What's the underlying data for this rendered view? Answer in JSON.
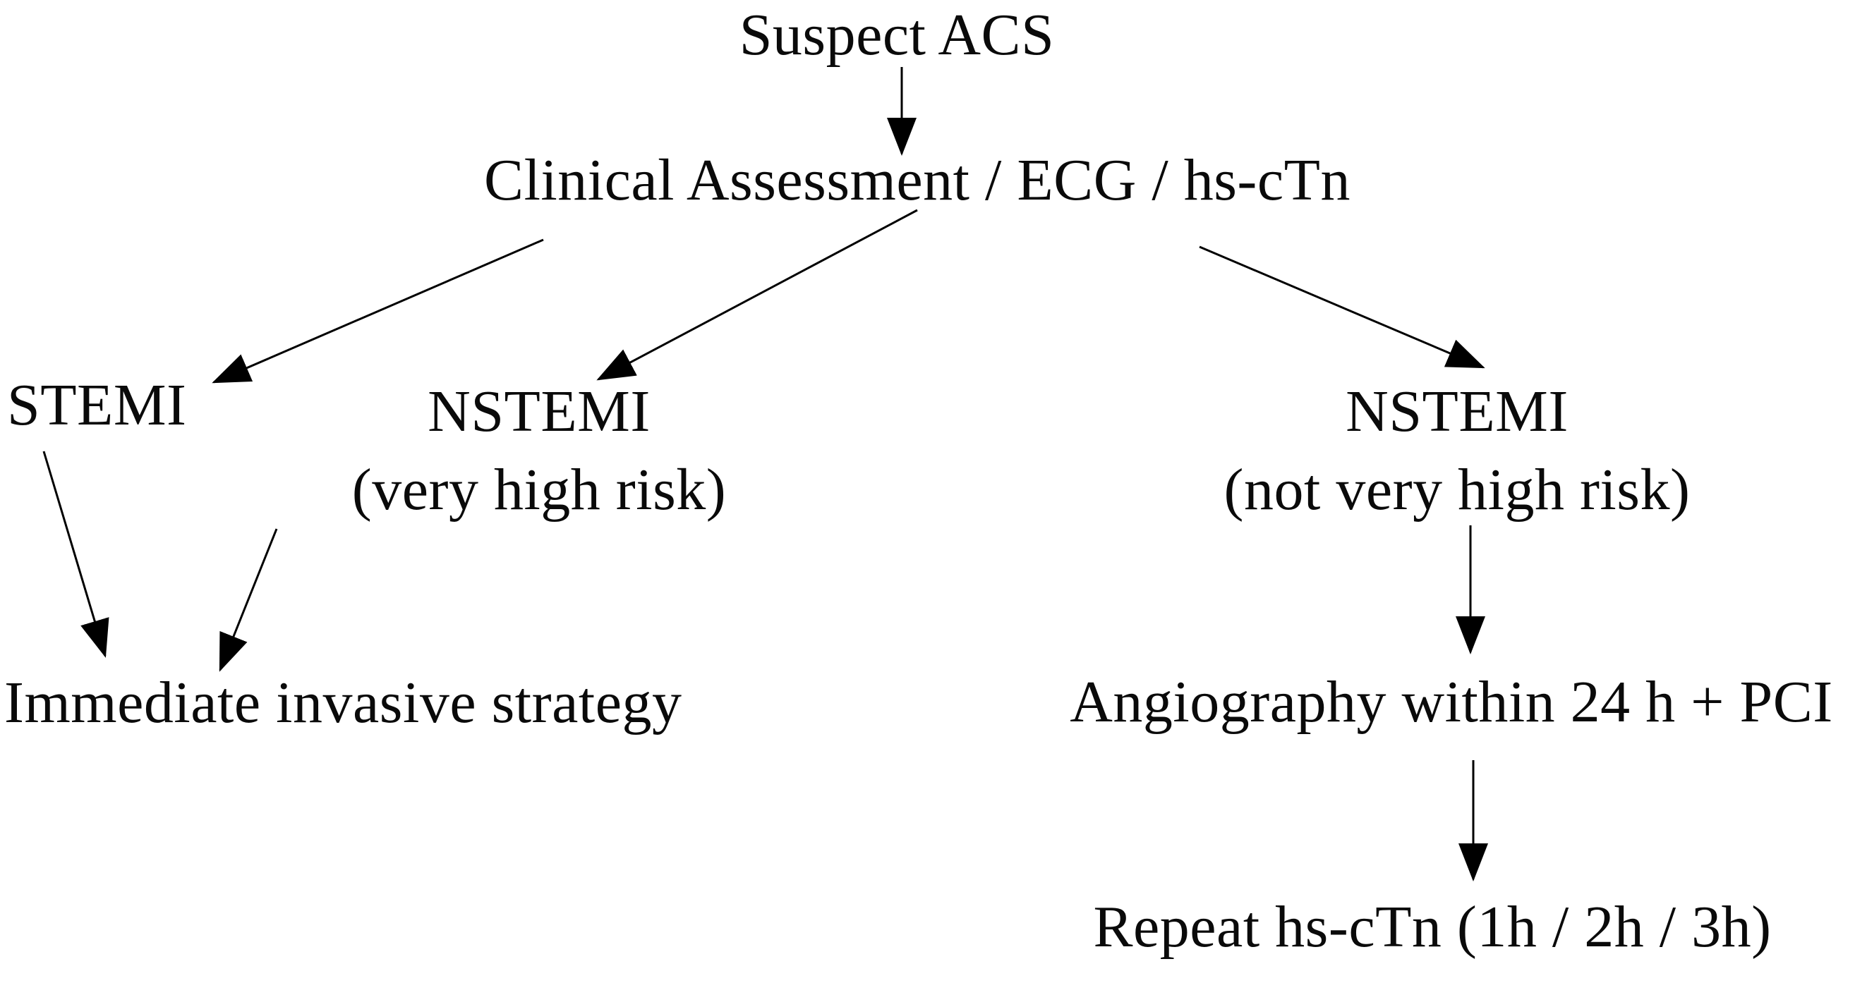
{
  "diagram": {
    "background": "#ffffff",
    "text_color": "#0a0a0a",
    "arrow_color": "#000000",
    "nodes": {
      "suspect": {
        "label": "Suspect ACS"
      },
      "assessment": {
        "label": "Clinical Assessment / ECG / hs-cTn"
      },
      "stemi": {
        "label": "STEMI"
      },
      "nstemi_very_high": {
        "label": "NSTEMI",
        "sublabel": "(very high risk)"
      },
      "nstemi_not_very_high": {
        "label": "NSTEMI",
        "sublabel": "(not very high risk)"
      },
      "immediate_invasive": {
        "label": "Immediate invasive strategy"
      },
      "angiography": {
        "label": "Angiography within 24 h + PCI"
      },
      "repeat_troponin": {
        "label": "Repeat hs-cTn (1h / 2h / 3h)"
      }
    },
    "edges": [
      {
        "from": "suspect",
        "to": "assessment"
      },
      {
        "from": "assessment",
        "to": "stemi"
      },
      {
        "from": "assessment",
        "to": "nstemi_very_high"
      },
      {
        "from": "assessment",
        "to": "nstemi_not_very_high"
      },
      {
        "from": "stemi",
        "to": "immediate_invasive"
      },
      {
        "from": "nstemi_very_high",
        "to": "immediate_invasive"
      },
      {
        "from": "nstemi_not_very_high",
        "to": "angiography"
      },
      {
        "from": "angiography",
        "to": "repeat_troponin"
      }
    ]
  }
}
